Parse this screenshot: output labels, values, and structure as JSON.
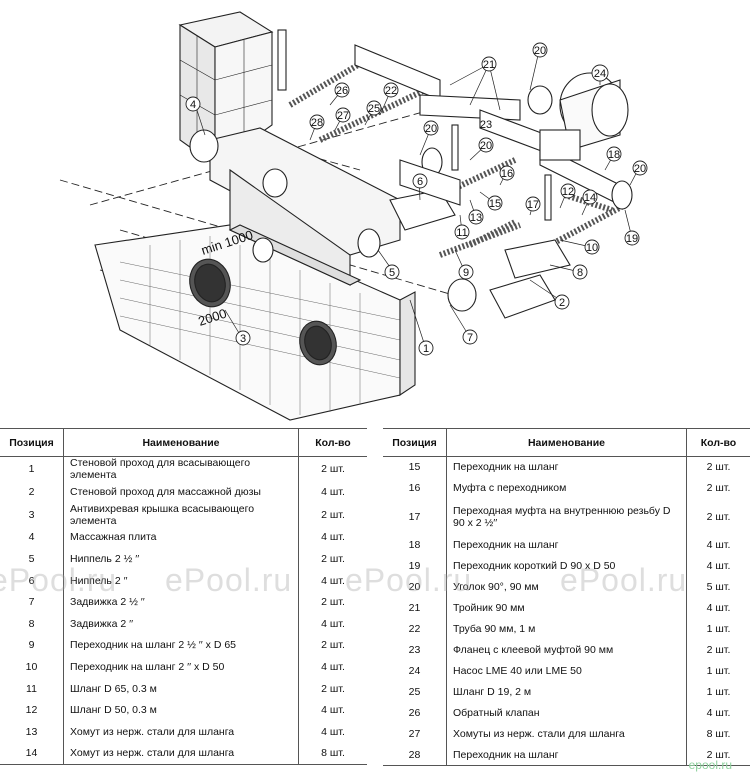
{
  "diagram": {
    "callouts": [
      "1",
      "2",
      "3",
      "4",
      "5",
      "6",
      "7",
      "8",
      "9",
      "10",
      "11",
      "12",
      "13",
      "14",
      "15",
      "16",
      "17",
      "18",
      "19",
      "20",
      "20",
      "20",
      "20",
      "21",
      "22",
      "23",
      "24",
      "25",
      "26",
      "27",
      "28"
    ],
    "dimensions": [
      "min 1000",
      "2000"
    ]
  },
  "table_left": {
    "headers": {
      "pos": "Позиция",
      "name": "Наименование",
      "qty": "Кол-во"
    },
    "rows": [
      {
        "pos": "1",
        "name": "Стеновой проход для всасывающего элемента",
        "qty": "2 шт."
      },
      {
        "pos": "2",
        "name": "Стеновой проход для массажной дюзы",
        "qty": "4 шт."
      },
      {
        "pos": "3",
        "name": "Антивихревая крышка всасывающего элемента",
        "qty": "2 шт."
      },
      {
        "pos": "4",
        "name": "Массажная плита",
        "qty": "4 шт."
      },
      {
        "pos": "5",
        "name": "Ниппель 2 ½ ′′",
        "qty": "2 шт."
      },
      {
        "pos": "6",
        "name": "Ниппель 2 ′′",
        "qty": "4 шт."
      },
      {
        "pos": "7",
        "name": "Задвижка 2 ½ ′′",
        "qty": "2 шт."
      },
      {
        "pos": "8",
        "name": "Задвижка 2 ′′",
        "qty": "4 шт."
      },
      {
        "pos": "9",
        "name": "Переходник на шланг 2 ½ ′′ x D 65",
        "qty": "2 шт."
      },
      {
        "pos": "10",
        "name": "Переходник на шланг 2 ′′ x D 50",
        "qty": "4 шт."
      },
      {
        "pos": "11",
        "name": "Шланг D 65, 0.3 м",
        "qty": "2 шт."
      },
      {
        "pos": "12",
        "name": "Шланг D 50, 0.3 м",
        "qty": "4 шт."
      },
      {
        "pos": "13",
        "name": "Хомут из нерж. стали для шланга",
        "qty": "4 шт."
      },
      {
        "pos": "14",
        "name": "Хомут из нерж. стали для шланга",
        "qty": "8 шт."
      }
    ]
  },
  "table_right": {
    "headers": {
      "pos": "Позиция",
      "name": "Наименование",
      "qty": "Кол-во"
    },
    "rows": [
      {
        "pos": "15",
        "name": "Переходник на шланг",
        "qty": "2 шт."
      },
      {
        "pos": "16",
        "name": "Муфта с переходником",
        "qty": "2 шт."
      },
      {
        "pos": "17",
        "name": "Переходная муфта на внутреннюю резьбу D 90 x 2 ½′′",
        "qty": "2 шт."
      },
      {
        "pos": "18",
        "name": "Переходник на шланг",
        "qty": "4 шт."
      },
      {
        "pos": "19",
        "name": "Переходник короткий D 90 x D 50",
        "qty": "4 шт."
      },
      {
        "pos": "20",
        "name": "Уголок 90°, 90 мм",
        "qty": "5 шт."
      },
      {
        "pos": "21",
        "name": "Тройник 90 мм",
        "qty": "4 шт."
      },
      {
        "pos": "22",
        "name": "Труба 90 мм, 1 м",
        "qty": "1 шт."
      },
      {
        "pos": "23",
        "name": "Фланец с клеевой муфтой 90 мм",
        "qty": "2 шт."
      },
      {
        "pos": "24",
        "name": "Насос LME 40 или LME 50",
        "qty": "1 шт."
      },
      {
        "pos": "25",
        "name": "Шланг D 19, 2 м",
        "qty": "1 шт."
      },
      {
        "pos": "26",
        "name": "Обратный клапан",
        "qty": "4 шт."
      },
      {
        "pos": "27",
        "name": "Хомуты из нерж. стали для шланга",
        "qty": "8 шт."
      },
      {
        "pos": "28",
        "name": "Переходник на шланг",
        "qty": "2 шт."
      }
    ]
  },
  "watermark": {
    "text": "ePool.ru",
    "corner": "epool.ru"
  }
}
